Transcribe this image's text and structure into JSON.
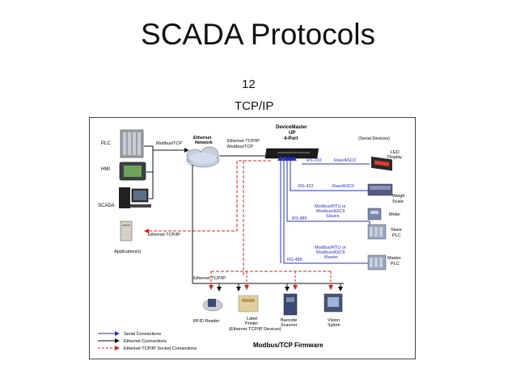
{
  "slide": {
    "title": "SCADA Protocols",
    "number": "12",
    "subtitle": "TCP/IP"
  },
  "diagram": {
    "devices_left": {
      "plc": "PLC",
      "hmi": "HMI",
      "scada": "SCADA",
      "application": "Application(s)"
    },
    "labels": {
      "modbus_tcp_left": "Modbus/TCP",
      "ethernet_network": [
        "Ethernet",
        "Network"
      ],
      "ethernet_tcpip_top": [
        "Ethernet TCP/IP",
        "Modbus/TCP"
      ],
      "ethernet_tcpip_app": "Ethernet TCP/IP",
      "ethernet_tcpip_bottom": "Ethernet TCP/IP",
      "devicemaster": [
        "DeviceMaster",
        "UP",
        "4-Port"
      ],
      "serial_devices": "(Serial Devices)"
    },
    "serial_links": {
      "rs232": "RS-232",
      "raw_ascii_1": "Raw/ASCII",
      "rs422": "RS-422",
      "raw_ascii_2": "Raw/ASCII",
      "rs485_slaves": "RS-485",
      "modbus_rtu_slaves": [
        "Modbus/RTU or",
        "Modbus/ASCII",
        "Slaves"
      ],
      "rs485_master": "RS-485",
      "modbus_rtu_master": [
        "Modbus/RTU or",
        "Modbus/ASCII",
        "Master"
      ]
    },
    "devices_right": {
      "led_display": [
        "LED",
        "Display"
      ],
      "weigh_scale": [
        "Weigh",
        "Scale"
      ],
      "meter": "Meter",
      "slave_plc": [
        "Slave",
        "PLC"
      ],
      "master_plc": [
        "Master",
        "PLC"
      ]
    },
    "devices_bottom": {
      "rfid": "RFID Reader",
      "label_printer": [
        "Label",
        "Printer"
      ],
      "ethernet_devices": "(Ethernet TCP/IP Devices)",
      "barcode": [
        "Barcode",
        "Scanner"
      ],
      "vision": [
        "Vision",
        "Sytem"
      ]
    },
    "legend": {
      "serial": "Serial Connections",
      "ethernet": "Ethernet Connections",
      "socket": "Ethernet TCP/IP Socket Connections"
    },
    "footer": "Modbus/TCP Firmware",
    "colors": {
      "serial_blue": "#2431c6",
      "ethernet_black": "#111111",
      "socket_red": "#d9231d"
    }
  }
}
